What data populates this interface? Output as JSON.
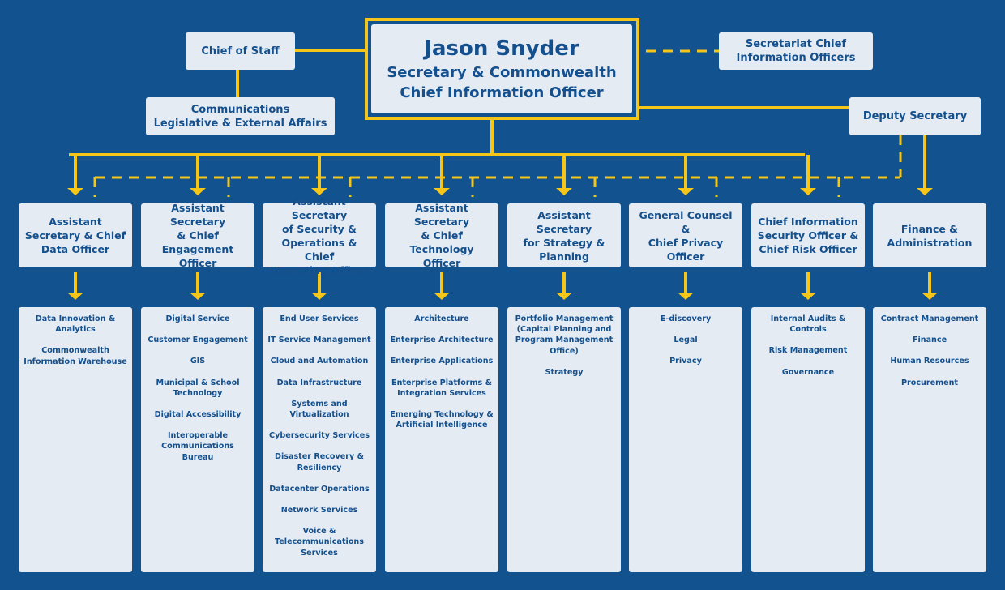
{
  "top": {
    "name": "Jason Snyder",
    "title": "Secretary & Commonwealth\nChief Information Officer"
  },
  "chief_of_staff": "Chief of Staff",
  "communications": "Communications\nLegislative & External Affairs",
  "secretariat": "Secretariat Chief\nInformation Officers",
  "deputy": "Deputy Secretary",
  "departments": [
    {
      "title": "Assistant\nSecretary & Chief\nData Officer",
      "items": [
        "Data Innovation &\nAnalytics",
        "Commonwealth\nInformation Warehouse"
      ]
    },
    {
      "title": "Assistant Secretary\n& Chief\nEngagement\nOfficer",
      "items": [
        "Digital Service",
        "Customer Engagement",
        "GIS",
        "Municipal & School\nTechnology",
        "Digital Accessibility",
        "Interoperable\nCommunications\nBureau"
      ]
    },
    {
      "title": "Assistant Secretary\nof Security &\nOperations & Chief\nOperating Officer",
      "items": [
        "End User Services",
        "IT Service Management",
        "Cloud and Automation",
        "Data Infrastructure",
        "Systems and\nVirtualization",
        "Cybersecurity Services",
        "Disaster Recovery &\nResiliency",
        "Datacenter Operations",
        "Network Services",
        "Voice &\nTelecommunications\nServices"
      ]
    },
    {
      "title": "Assistant Secretary\n& Chief Technology\nOfficer",
      "items": [
        "Architecture",
        "Enterprise Architecture",
        "Enterprise Applications",
        "Enterprise Platforms &\nIntegration Services",
        "Emerging Technology &\nArtificial Intelligence"
      ]
    },
    {
      "title": "Assistant Secretary\nfor Strategy &\nPlanning",
      "items": [
        "Portfolio Management\n(Capital Planning and\nProgram Management\nOffice)",
        "Strategy"
      ]
    },
    {
      "title": "General Counsel &\nChief Privacy\nOfficer",
      "items": [
        "E-discovery",
        "Legal",
        "Privacy"
      ]
    },
    {
      "title": "Chief Information\nSecurity Officer &\nChief Risk Officer",
      "items": [
        "Internal Audits &\nControls",
        "Risk Management",
        "Governance"
      ]
    },
    {
      "title": "Finance &\nAdministration",
      "items": [
        "Contract Management",
        "Finance",
        "Human Resources",
        "Procurement"
      ]
    }
  ],
  "colors": {
    "background": "#12528f",
    "box": "#e4ebf3",
    "text": "#14508d",
    "connector": "#f5c518"
  }
}
